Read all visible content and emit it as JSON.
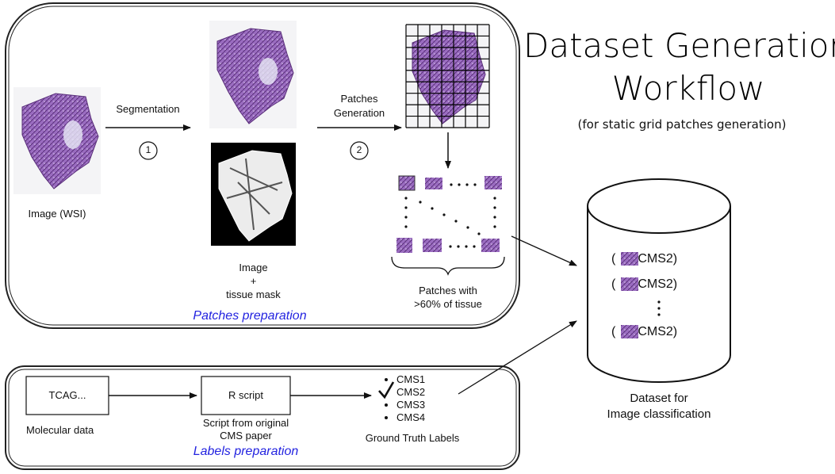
{
  "title": {
    "line1": "Dataset Generation",
    "line2": "Workflow",
    "subtitle": "(for static grid patches generation)"
  },
  "patches_panel": {
    "image_label": "Image (WSI)",
    "step1_label": "Segmentation",
    "step1_num": "1",
    "step2_label_l1": "Patches",
    "step2_label_l2": "Generation",
    "step2_num": "2",
    "mask_label_l1": "Image",
    "mask_label_l2": "+",
    "mask_label_l3": "tissue mask",
    "patches_label_l1": "Patches with",
    "patches_label_l2": ">60% of tissue",
    "caption": "Patches preparation"
  },
  "labels_panel": {
    "tcag_box": "TCAG...",
    "tcag_label": "Molecular data",
    "rscript_box": "R script",
    "rscript_label_l1": "Script from original",
    "rscript_label_l2": "CMS paper",
    "cms_items": [
      "CMS1",
      "CMS2",
      "CMS3",
      "CMS4"
    ],
    "checked_item": "CMS2",
    "truth_label": "Ground Truth Labels",
    "caption": "Labels preparation"
  },
  "dataset": {
    "entries": [
      "CMS2)",
      "CMS2)",
      "CMS2)"
    ],
    "label_l1": "Dataset for",
    "label_l2": "Image classification"
  },
  "colors": {
    "tissue": "#8a5aa8",
    "tissue_dark": "#5a2f7a",
    "caption_blue": "#2323e0"
  }
}
